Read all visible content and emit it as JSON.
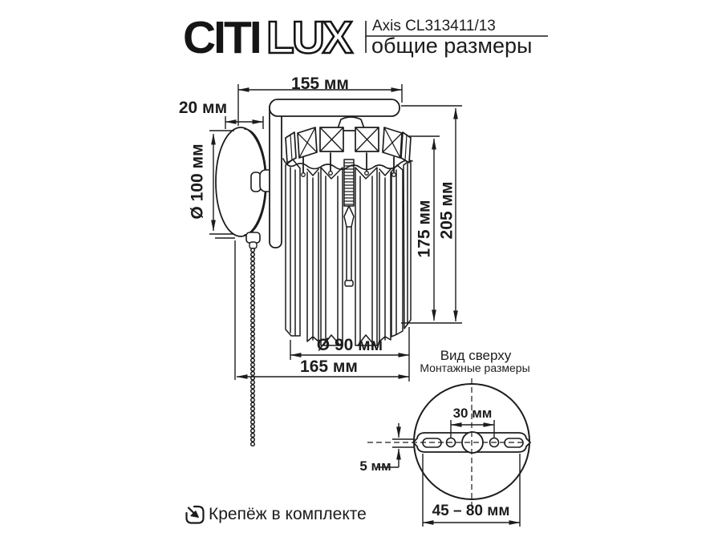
{
  "header": {
    "logo": {
      "citi": "CITI",
      "lux": "LUX"
    },
    "model": "Axis CL313411/13",
    "subtitle": "общие размеры"
  },
  "side_view": {
    "arm_length": "155 мм",
    "backplate_depth": "20 мм",
    "backplate_diameter": "Ø 100 мм",
    "shade_height": "175 мм",
    "total_height": "205 мм",
    "shade_diameter": "Ø 90 мм",
    "total_depth": "165 мм"
  },
  "top_view": {
    "title": "Вид сверху",
    "subtitle": "Монтажные размеры",
    "hole_spacing": "30 мм",
    "bracket_slot_width": "5 мм",
    "mounting_range": "45 – 80 мм"
  },
  "footer": {
    "note": "Крепёж в комплекте"
  },
  "colors": {
    "line": "#1c1c1c",
    "background": "#ffffff"
  }
}
